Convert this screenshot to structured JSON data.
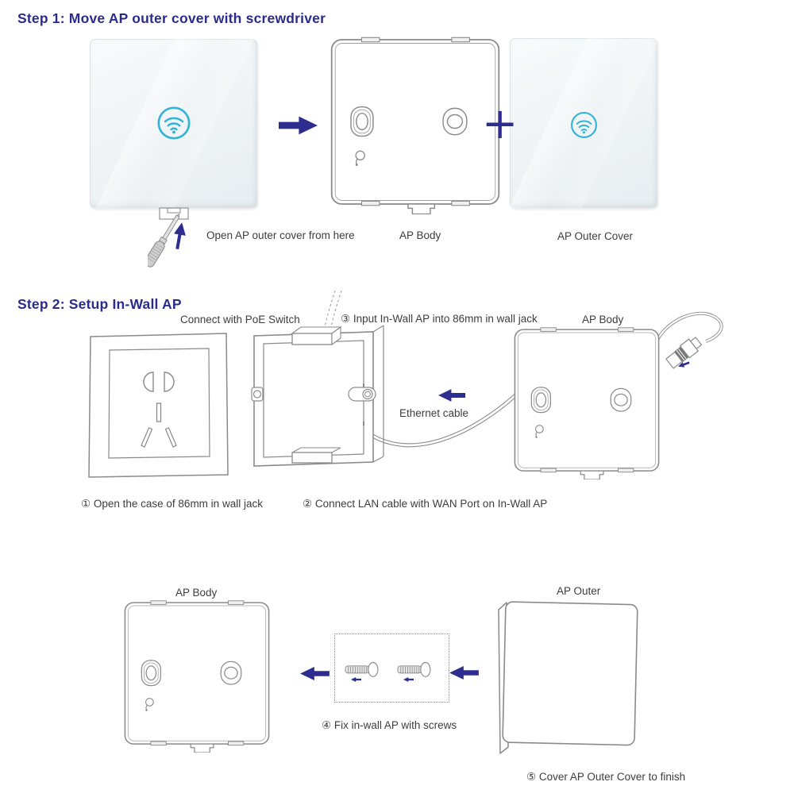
{
  "colors": {
    "heading": "#2b2b8c",
    "arrow": "#2d2d8f",
    "wifi_icon": "#33b3d6",
    "line_art": "#8a8a8a",
    "label_text": "#3d3d3d",
    "dotted_border": "#8080d2"
  },
  "step1": {
    "title": "Step 1: Move AP outer cover with screwdriver",
    "open_cover_label": "Open AP outer cover from here",
    "ap_body_label": "AP Body",
    "plus_sign": "+",
    "ap_outer_cover_label": "AP Outer Cover"
  },
  "step2": {
    "title": "Step 2: Setup In-Wall AP",
    "poe_switch_label": "Connect with PoE Switch",
    "instruction_3": "③ Input In-Wall AP into 86mm in wall jack",
    "ap_body_label": "AP Body",
    "ethernet_cable_label": "Ethernet cable",
    "instruction_1": "① Open the case of 86mm in wall jack",
    "instruction_2": "② Connect LAN cable with WAN Port on In-Wall AP"
  },
  "step3": {
    "ap_body_label": "AP Body",
    "ap_outer_label": "AP Outer",
    "instruction_4": "④ Fix in-wall AP with screws",
    "instruction_5": "⑤ Cover AP Outer Cover to finish"
  }
}
